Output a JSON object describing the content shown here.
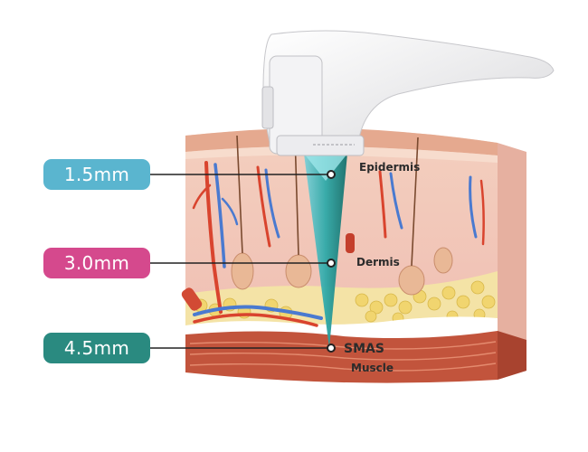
{
  "depths": [
    {
      "label": "1.5mm",
      "color": "#5ab5cf"
    },
    {
      "label": "3.0mm",
      "color": "#d5498d"
    },
    {
      "label": "4.5mm",
      "color": "#2a8a80"
    }
  ],
  "layers": {
    "epidermis": "Epidermis",
    "dermis": "Dermis",
    "smas": "SMAS",
    "muscle": "Muscle"
  },
  "icons": [
    "hifu-handpiece-icon",
    "skin-cross-section-illustration"
  ]
}
